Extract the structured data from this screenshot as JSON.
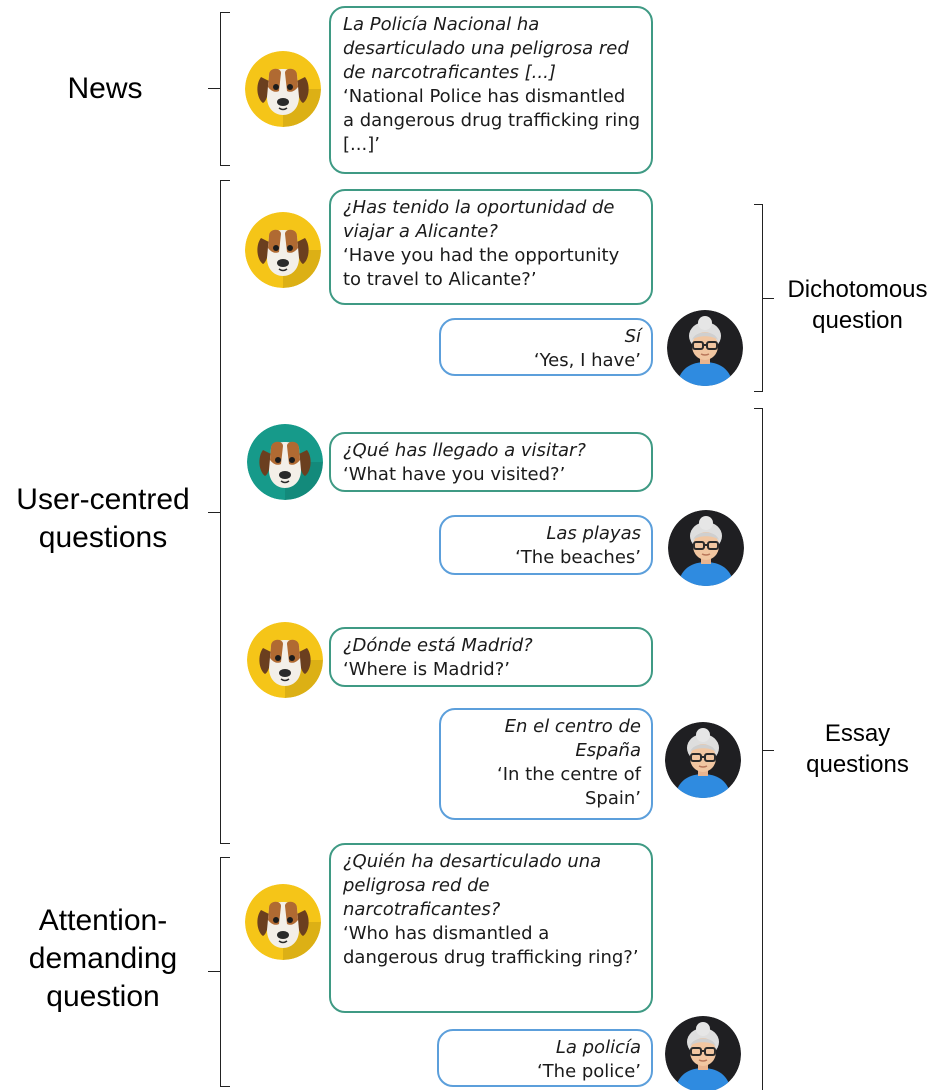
{
  "colors": {
    "bot_bubble_border": "#3f9a84",
    "user_bubble_border": "#5c9fdb",
    "dog_avatar_yellow": "#f5c518",
    "dog_avatar_teal": "#169a8a",
    "user_avatar_bg": "#1f1f22"
  },
  "sections": {
    "news": "News",
    "user_centred_1": "User-centred",
    "user_centred_2": "questions",
    "attention_1": "Attention-",
    "attention_2": "demanding",
    "attention_3": "question"
  },
  "question_types": {
    "dichotomous_1": "Dichotomous",
    "dichotomous_2": "question",
    "essay_1": "Essay",
    "essay_2": "questions"
  },
  "messages": [
    {
      "speaker": "bot",
      "avatar": "dog-yellow-icon",
      "es": "La Policía Nacional ha desarticulado una peligrosa red de narcotraficantes [...]",
      "en": "‘National Police has dismantled a dangerous drug trafficking ring [...]’"
    },
    {
      "speaker": "bot",
      "avatar": "dog-yellow-icon",
      "es": "¿Has tenido la oportunidad de viajar a Alicante?",
      "en": "‘Have you had the opportunity to travel to Alicante?’"
    },
    {
      "speaker": "user",
      "avatar": "elderly-woman-icon",
      "es": "Sí",
      "en": "‘Yes, I have’"
    },
    {
      "speaker": "bot",
      "avatar": "dog-teal-icon",
      "es": "¿Qué has llegado a visitar?",
      "en": "‘What have you visited?’"
    },
    {
      "speaker": "user",
      "avatar": "elderly-woman-icon",
      "es": "Las playas",
      "en": "‘The beaches’"
    },
    {
      "speaker": "bot",
      "avatar": "dog-yellow-icon",
      "es": "¿Dónde está Madrid?",
      "en": "‘Where is Madrid?’"
    },
    {
      "speaker": "user",
      "avatar": "elderly-woman-icon",
      "es": "En el centro de España",
      "en": "‘In the centre of Spain’"
    },
    {
      "speaker": "bot",
      "avatar": "dog-yellow-icon",
      "es": "¿Quién ha desarticulado una peligrosa red de narcotraficantes?",
      "en": "‘Who has dismantled a dangerous drug trafficking ring?’"
    },
    {
      "speaker": "user",
      "avatar": "elderly-woman-icon",
      "es": "La policía",
      "en": "‘The police’"
    }
  ]
}
